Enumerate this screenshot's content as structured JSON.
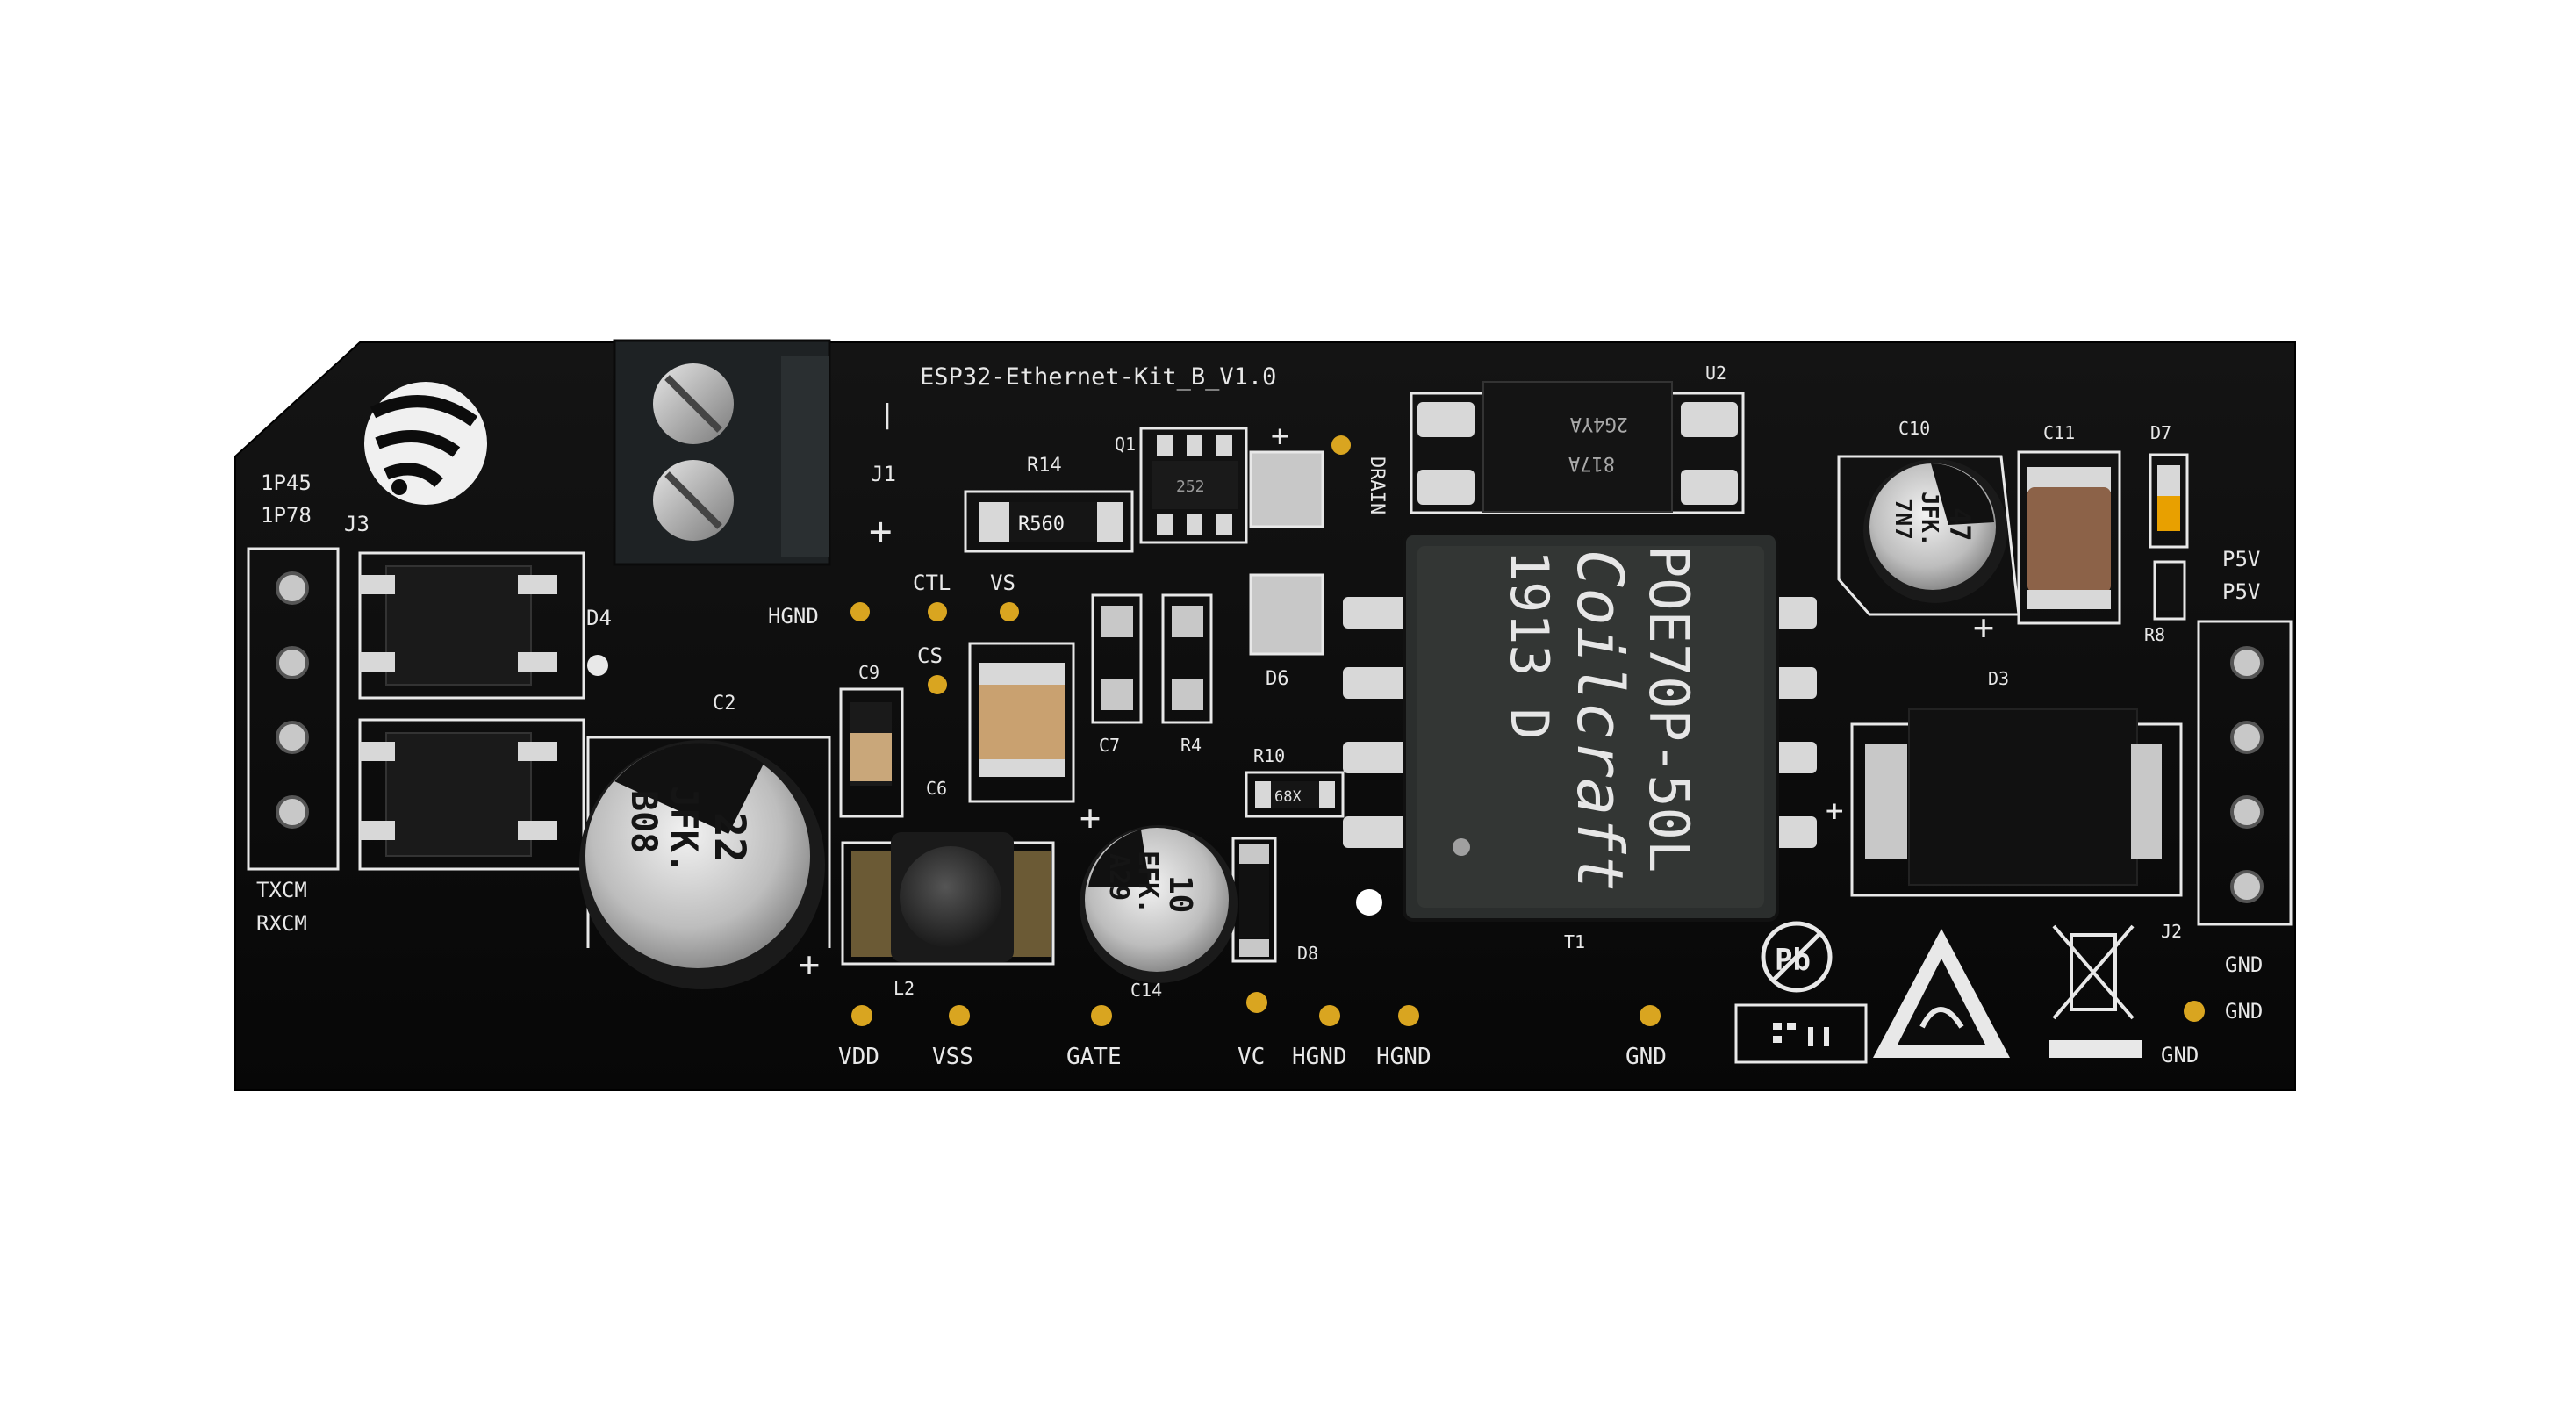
{
  "board": {
    "title": "ESP32-Ethernet-Kit_B_V1.0",
    "colors": {
      "pcb": "#0c0c0c",
      "silk": "#e8e8e8",
      "pad": "#d8d8d8",
      "gold": "#d9a520",
      "terminal": "#1e2224"
    }
  },
  "labels": {
    "ip45": "1P45",
    "ip78": "1P78",
    "j3": "J3",
    "txcm": "TXCM",
    "rxcm": "RXCM",
    "d4": "D4",
    "c2": "C2",
    "hgnd_left": "HGND",
    "c9": "C9",
    "c6": "C6",
    "ctl": "CTL",
    "vs": "VS",
    "cs": "CS",
    "r14": "R14",
    "q1": "Q1",
    "j1": "J1",
    "drain": "DRAIN",
    "c7": "C7",
    "r4": "R4",
    "d6": "D6",
    "r10": "R10",
    "l2": "L2",
    "c14": "C14",
    "d8": "D8",
    "vdd": "VDD",
    "vss": "VSS",
    "gate": "GATE",
    "vc": "VC",
    "hgnd_1": "HGND",
    "hgnd_2": "HGND",
    "t1": "T1",
    "u2": "U2",
    "c10": "C10",
    "c11": "C11",
    "d7": "D7",
    "r8": "R8",
    "d3": "D3",
    "p5v_1": "P5V",
    "p5v_2": "P5V",
    "j2": "J2",
    "gnd_1": "GND",
    "gnd_2": "GND",
    "gnd_3": "GND",
    "gnd_4": "GND",
    "plus": "+",
    "minus": "|"
  },
  "components": {
    "r14_marking": "R560",
    "q1_marking": "252",
    "r10_marking": "68X",
    "u2_line1": "817A",
    "u2_line2": "2G4YA",
    "transformer_line1": "POE70P-50L",
    "transformer_brand": "Coilcraft",
    "transformer_line3": "1913 D",
    "c2_value": "22",
    "c2_code1": "JFK.",
    "c2_code2": "B08",
    "c14_value": "10",
    "c14_code1": "EFK.",
    "c14_code2": "A29",
    "c10_value": "47",
    "c10_code1": "JFK.",
    "c10_code2": "7N7"
  }
}
